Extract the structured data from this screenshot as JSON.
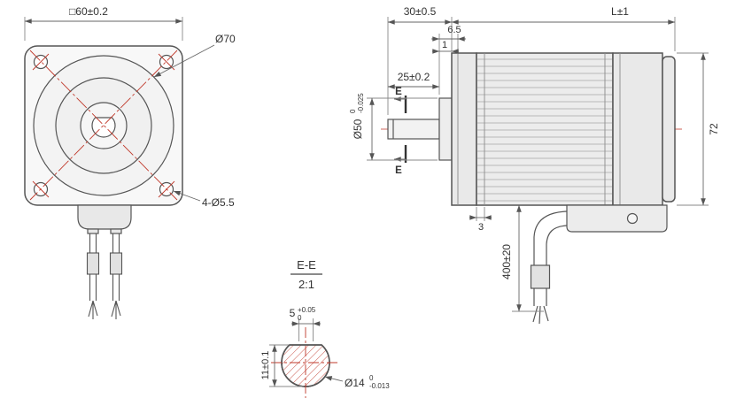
{
  "drawing": {
    "front_view": {
      "flange_size": "□60±0.2",
      "body_circle": "Ø70",
      "mounting_holes": "4-Ø5.5"
    },
    "side_view": {
      "shaft_extension": "30±0.5",
      "body_length": "L±1",
      "boss_depth": "6.5",
      "boss_step": "1",
      "shaft_length": "25±0.2",
      "section_mark_top": "E",
      "section_mark_bottom": "E",
      "pilot_diameter": "Ø50",
      "pilot_tol_upper": "0",
      "pilot_tol_lower": "-0.025",
      "body_height": "72",
      "spacer": "3",
      "cable_length": "400±20"
    },
    "section_view": {
      "title": "E-E",
      "scale": "2:1",
      "flat_width": "5",
      "flat_tol_upper": "+0.05",
      "flat_tol_lower": "0",
      "across_flats": "11±0.1",
      "shaft_diameter": "Ø14",
      "shaft_tol_upper": "0",
      "shaft_tol_lower": "-0.013"
    }
  },
  "colors": {
    "outline": "#555555",
    "fill_light": "#ececec",
    "centerline": "#c0392b",
    "dimension": "#666666",
    "text": "#333333"
  }
}
